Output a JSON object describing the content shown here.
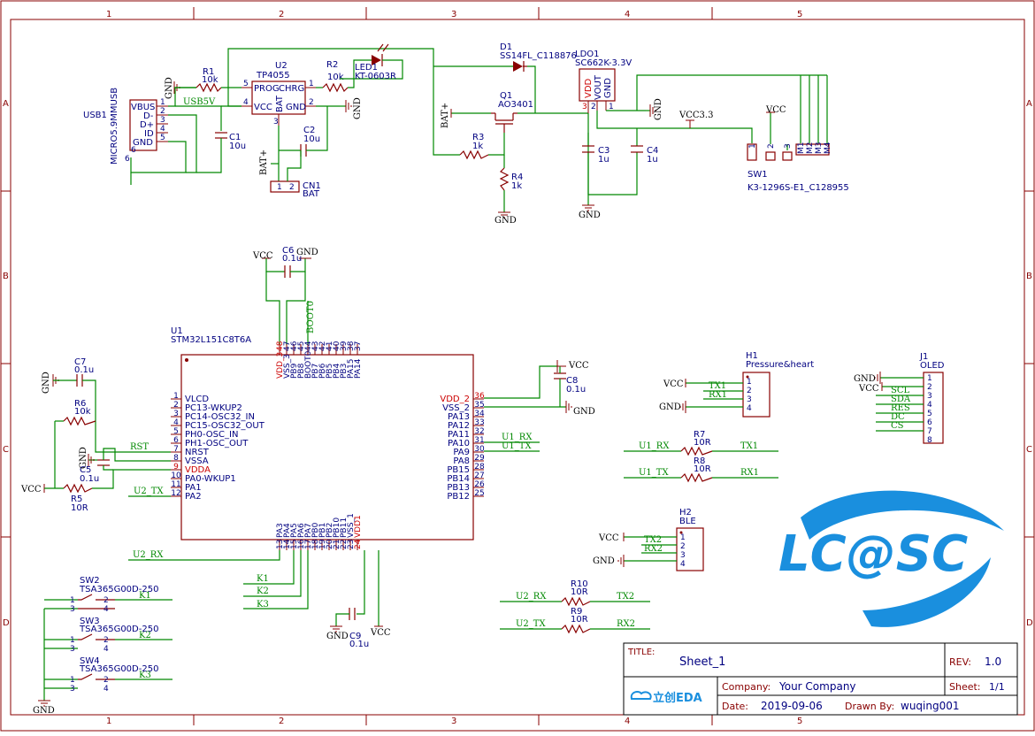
{
  "border": {
    "columns": [
      "1",
      "2",
      "3",
      "4",
      "5"
    ],
    "rows": [
      "A",
      "B",
      "C",
      "D"
    ]
  },
  "power": {
    "vcc": "VCC",
    "gnd": "GND",
    "vcc33": "VCC3.3",
    "batp": "BAT+"
  },
  "nets": {
    "usb5v": "USB5V",
    "rst": "RST",
    "u1rx": "U1_RX",
    "u1tx": "U1_TX",
    "u2rx": "U2_RX",
    "u2tx": "U2_TX",
    "tx1": "TX1",
    "rx1": "RX1",
    "tx2": "TX2",
    "rx2": "RX2",
    "k1": "K1",
    "k2": "K2",
    "k3": "K3",
    "scl": "SCL",
    "sda": "SDA",
    "res": "RES",
    "dc": "DC",
    "cs": "CS",
    "boot0": "BOOT0"
  },
  "components": {
    "usb1": {
      "ref": "USB1",
      "value": "MICRO5.9MMUSB",
      "pins": [
        "VBUS",
        "D-",
        "D+",
        "ID",
        "GND"
      ],
      "nums": [
        "1",
        "2",
        "3",
        "4",
        "5",
        "6"
      ]
    },
    "r1": {
      "ref": "R1",
      "value": "10k"
    },
    "r2": {
      "ref": "R2",
      "value": "10k"
    },
    "r3": {
      "ref": "R3",
      "value": "1k"
    },
    "r4": {
      "ref": "R4",
      "value": "1k"
    },
    "r5": {
      "ref": "R5",
      "value": "10R"
    },
    "r6": {
      "ref": "R6",
      "value": "10k"
    },
    "r7": {
      "ref": "R7",
      "value": "10R"
    },
    "r8": {
      "ref": "R8",
      "value": "10R"
    },
    "r9": {
      "ref": "R9",
      "value": "10R"
    },
    "r10": {
      "ref": "R10",
      "value": "10R"
    },
    "u2": {
      "ref": "U2",
      "value": "TP4055",
      "pins": [
        "PROG",
        "CHRG",
        "VCC",
        "BAT",
        "GND"
      ],
      "nums": [
        "1",
        "2",
        "3",
        "4",
        "5"
      ]
    },
    "led1": {
      "ref": "LED1",
      "value": "KT-0603R"
    },
    "c1": {
      "ref": "C1",
      "value": "10u"
    },
    "c2": {
      "ref": "C2",
      "value": "10u"
    },
    "c3": {
      "ref": "C3",
      "value": "1u"
    },
    "c4": {
      "ref": "C4",
      "value": "1u"
    },
    "c5": {
      "ref": "C5",
      "value": "0.1u"
    },
    "c6": {
      "ref": "C6",
      "value": "0.1u"
    },
    "c7": {
      "ref": "C7",
      "value": "0.1u"
    },
    "c8": {
      "ref": "C8",
      "value": "0.1u"
    },
    "c9": {
      "ref": "C9",
      "value": "0.1u"
    },
    "cn1": {
      "ref": "CN1",
      "value": "BAT",
      "nums": [
        "1",
        "2"
      ]
    },
    "d1": {
      "ref": "D1",
      "value": "SS14FL_C118876"
    },
    "q1": {
      "ref": "Q1",
      "value": "AO3401"
    },
    "ldo1": {
      "ref": "LDO1",
      "value": "SC662K-3.3V",
      "pins": [
        "VDD",
        "VOUT",
        "GND"
      ],
      "nums": [
        "3",
        "2",
        "1"
      ]
    },
    "sw1": {
      "ref": "SW1",
      "value": "K3-1296S-E1_C128955",
      "pins": [
        "1",
        "2",
        "3",
        "M1",
        "M2",
        "M3",
        "M4"
      ]
    },
    "sw2": {
      "ref": "SW2",
      "value": "TSA365G00D-250"
    },
    "sw3": {
      "ref": "SW3",
      "value": "TSA365G00D-250"
    },
    "sw4": {
      "ref": "SW4",
      "value": "TSA365G00D-250"
    },
    "swnums": [
      "1",
      "2",
      "3",
      "4"
    ],
    "h1": {
      "ref": "H1",
      "value": "Pressure&heart",
      "nums": [
        "1",
        "2",
        "3",
        "4"
      ]
    },
    "h2": {
      "ref": "H2",
      "value": "BLE",
      "nums": [
        "1",
        "2",
        "3",
        "4"
      ]
    },
    "j1": {
      "ref": "J1",
      "value": "OLED",
      "nums": [
        "1",
        "2",
        "3",
        "4",
        "5",
        "6",
        "7",
        "8"
      ]
    },
    "u1": {
      "ref": "U1",
      "value": "STM32L151C8T6A",
      "left": [
        {
          "n": "1",
          "t": "VLCD"
        },
        {
          "n": "2",
          "t": "PC13-WKUP2"
        },
        {
          "n": "3",
          "t": "PC14-OSC32_IN"
        },
        {
          "n": "4",
          "t": "PC15-OSC32_OUT"
        },
        {
          "n": "5",
          "t": "PH0-OSC_IN"
        },
        {
          "n": "6",
          "t": "PH1-OSC_OUT"
        },
        {
          "n": "7",
          "t": "NRST"
        },
        {
          "n": "8",
          "t": "VSSA"
        },
        {
          "n": "9",
          "t": "VDDA"
        },
        {
          "n": "10",
          "t": "PA0-WKUP1"
        },
        {
          "n": "11",
          "t": "PA1"
        },
        {
          "n": "12",
          "t": "PA2"
        }
      ],
      "right": [
        {
          "n": "36",
          "t": "VDD_2"
        },
        {
          "n": "35",
          "t": "VSS_2"
        },
        {
          "n": "34",
          "t": "PA13"
        },
        {
          "n": "33",
          "t": "PA12"
        },
        {
          "n": "32",
          "t": "PA11"
        },
        {
          "n": "31",
          "t": "PA10"
        },
        {
          "n": "30",
          "t": "PA9"
        },
        {
          "n": "29",
          "t": "PA8"
        },
        {
          "n": "28",
          "t": "PB15"
        },
        {
          "n": "27",
          "t": "PB14"
        },
        {
          "n": "26",
          "t": "PB13"
        },
        {
          "n": "25",
          "t": "PB12"
        }
      ],
      "top": [
        {
          "n": "48",
          "t": "VDD_3"
        },
        {
          "n": "47",
          "t": "VSS_3"
        },
        {
          "n": "46",
          "t": "PB9"
        },
        {
          "n": "45",
          "t": "PB8"
        },
        {
          "n": "44",
          "t": "BOOT0"
        },
        {
          "n": "43",
          "t": "PB7"
        },
        {
          "n": "42",
          "t": "PB6"
        },
        {
          "n": "41",
          "t": "PB5"
        },
        {
          "n": "40",
          "t": "PB4"
        },
        {
          "n": "39",
          "t": "PB3"
        },
        {
          "n": "38",
          "t": "PA15"
        },
        {
          "n": "37",
          "t": "PA14"
        }
      ],
      "bottom": [
        {
          "n": "13",
          "t": "PA3"
        },
        {
          "n": "14",
          "t": "PA4"
        },
        {
          "n": "15",
          "t": "PA5"
        },
        {
          "n": "16",
          "t": "PA6"
        },
        {
          "n": "17",
          "t": "PA7"
        },
        {
          "n": "18",
          "t": "PB0"
        },
        {
          "n": "19",
          "t": "PB1"
        },
        {
          "n": "20",
          "t": "PB2"
        },
        {
          "n": "21",
          "t": "PB10"
        },
        {
          "n": "22",
          "t": "PB11"
        },
        {
          "n": "23",
          "t": "VSS_1"
        },
        {
          "n": "24",
          "t": "VDD1"
        }
      ]
    }
  },
  "logo": {
    "text": "LC@SC"
  },
  "title_block": {
    "title_label": "TITLE:",
    "title": "Sheet_1",
    "rev_label": "REV:",
    "rev": "1.0",
    "company_label": "Company:",
    "company": "Your Company",
    "sheet_label": "Sheet:",
    "sheet": "1/1",
    "date_label": "Date:",
    "date": "2019-09-06",
    "drawn_label": "Drawn By:",
    "drawn": "wuqing001",
    "eda_name": "立创EDA"
  }
}
